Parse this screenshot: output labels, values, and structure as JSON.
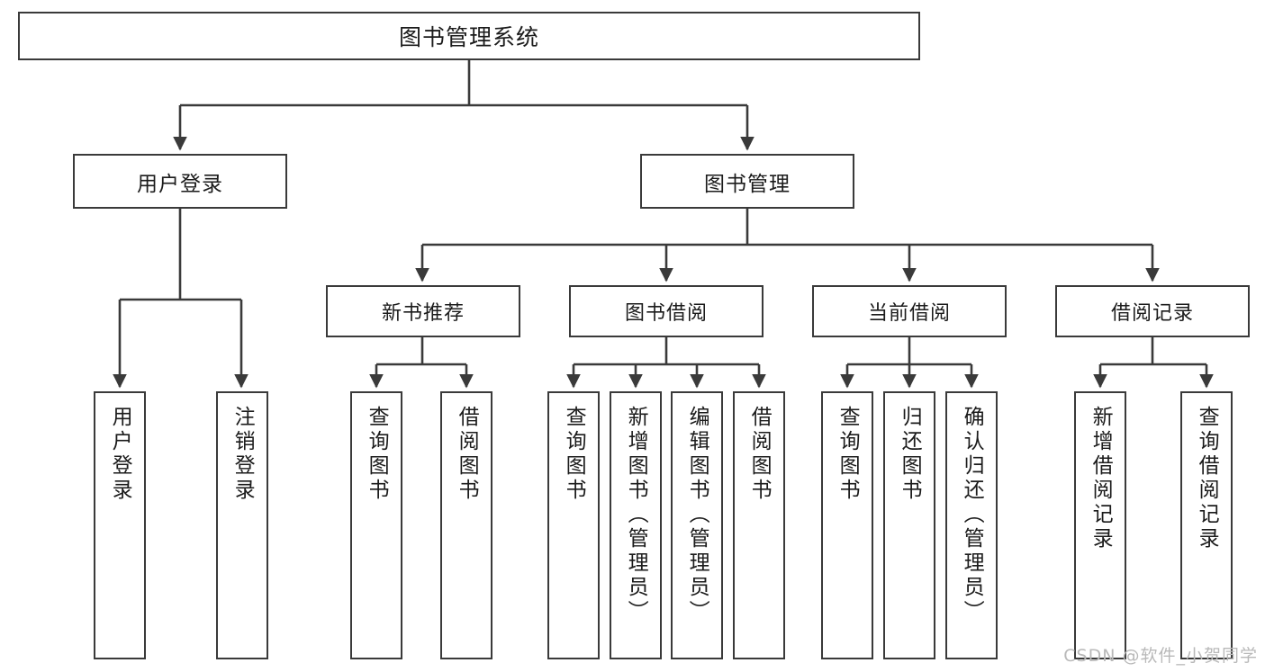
{
  "diagram": {
    "title": "图书管理系统",
    "type": "functional-structure-tree",
    "background_color": "#ffffff",
    "line_color": "#3a3a3a",
    "text_color": "#1b1b1b"
  },
  "root": {
    "label": "图书管理系统"
  },
  "level2": [
    {
      "id": "user-login",
      "label": "用户登录"
    },
    {
      "id": "book-management",
      "label": "图书管理"
    }
  ],
  "level3": [
    {
      "id": "new-book-recommend",
      "label": "新书推荐"
    },
    {
      "id": "book-borrow",
      "label": "图书借阅"
    },
    {
      "id": "current-borrow",
      "label": "当前借阅"
    },
    {
      "id": "borrow-record",
      "label": "借阅记录"
    }
  ],
  "leaves": {
    "user_login": [
      {
        "id": "leaf-user-login",
        "label": "用户登录"
      },
      {
        "id": "leaf-logout-login",
        "label": "注销登录"
      }
    ],
    "new_book_recommend": [
      {
        "id": "leaf-query-book-1",
        "label": "查询图书"
      },
      {
        "id": "leaf-borrow-book-1",
        "label": "借阅图书"
      }
    ],
    "book_borrow": [
      {
        "id": "leaf-query-book-2",
        "label": "查询图书"
      },
      {
        "id": "leaf-add-book",
        "label": "新增图书（管理员）"
      },
      {
        "id": "leaf-edit-book",
        "label": "编辑图书（管理员）"
      },
      {
        "id": "leaf-borrow-book-2",
        "label": "借阅图书"
      }
    ],
    "current_borrow": [
      {
        "id": "leaf-query-book-3",
        "label": "查询图书"
      },
      {
        "id": "leaf-return-book",
        "label": "归还图书"
      },
      {
        "id": "leaf-confirm-return",
        "label": "确认归还（管理员）"
      }
    ],
    "borrow_record": [
      {
        "id": "leaf-add-record",
        "label": "新增借阅记录"
      },
      {
        "id": "leaf-query-record",
        "label": "查询借阅记录"
      }
    ]
  },
  "watermark": {
    "text": "CSDN @软件_小贺同学"
  }
}
